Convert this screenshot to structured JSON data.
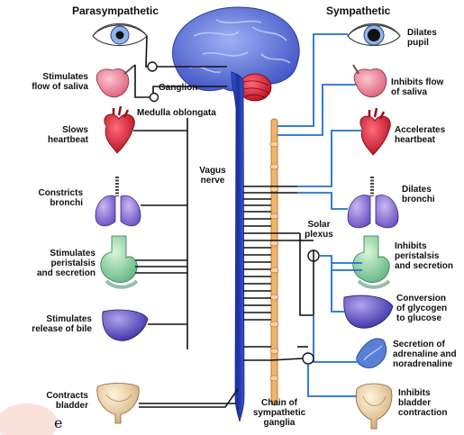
{
  "headers": {
    "left": "Parasympathetic",
    "right": "Sympathetic"
  },
  "left_labels": [
    "Stimulates\nflow of saliva",
    "Slows\nheartbeat",
    "Constricts\nbronchi",
    "Stimulates\nperistalsis\nand secretion",
    "Stimulates\nrelease of bile",
    "Contracts\nbladder"
  ],
  "right_labels": [
    "Dilates\npupil",
    "Inhibits flow\nof saliva",
    "Accelerates\nheartbeat",
    "Dilates\nbronchi",
    "Inhibits\nperistalsis\nand secretion",
    "Conversion\nof glycogen\nto glucose",
    "Secretion of\nadrenaline and\nnoradrenaline",
    "Inhibits\nbladder\ncontraction"
  ],
  "center_labels": {
    "ganglion": "Ganglion",
    "medulla": "Medulla oblongata",
    "vagus": "Vagus\nnerve",
    "solar": "Solar\nplexus",
    "chain": "Chain of\nsympathetic\nganglia"
  },
  "stray_text": "e",
  "colors": {
    "brain": "#5b6fd6",
    "cerebellum": "#c8102e",
    "spinal_cord": "#2a48c9",
    "ganglia_chain": "#f0b56a",
    "nerve_line_sympathetic": "#1f6fd1",
    "nerve_line_parasympathetic": "#111111"
  }
}
